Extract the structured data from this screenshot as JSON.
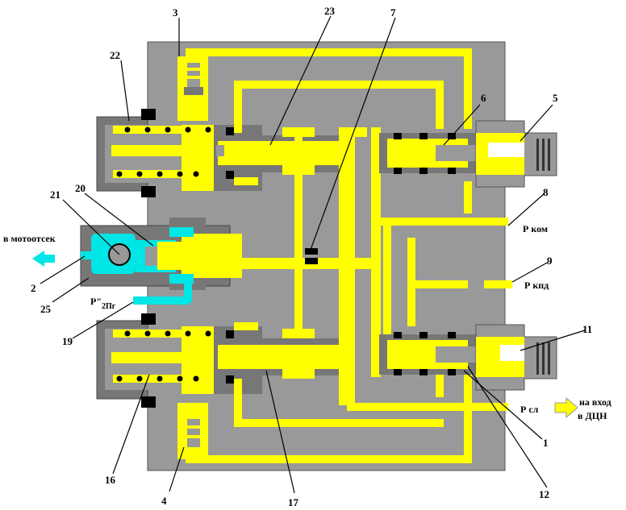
{
  "labels": {
    "n1": "1",
    "n2": "2",
    "n3": "3",
    "n4": "4",
    "n5": "5",
    "n6": "6",
    "n7": "7",
    "n8": "8",
    "n9": "9",
    "n11": "11",
    "n12": "12",
    "n16": "16",
    "n17": "17",
    "n19": "19",
    "n20": "20",
    "n21": "21",
    "n22": "22",
    "n23": "23",
    "n25": "25"
  },
  "text": {
    "motor": "в мотоотсек",
    "p_kom": "Р ком",
    "p_kpd": "Р кпд",
    "p_sl": "Р сл",
    "p2": "Р\"",
    "p2_sub": "2Пг",
    "to_input_1": "на вход",
    "to_input_2": "в ДЦН"
  },
  "colors": {
    "body": "#999999",
    "channel": "#ffff00",
    "housing": "#777777",
    "cyan": "#00e5e5"
  }
}
